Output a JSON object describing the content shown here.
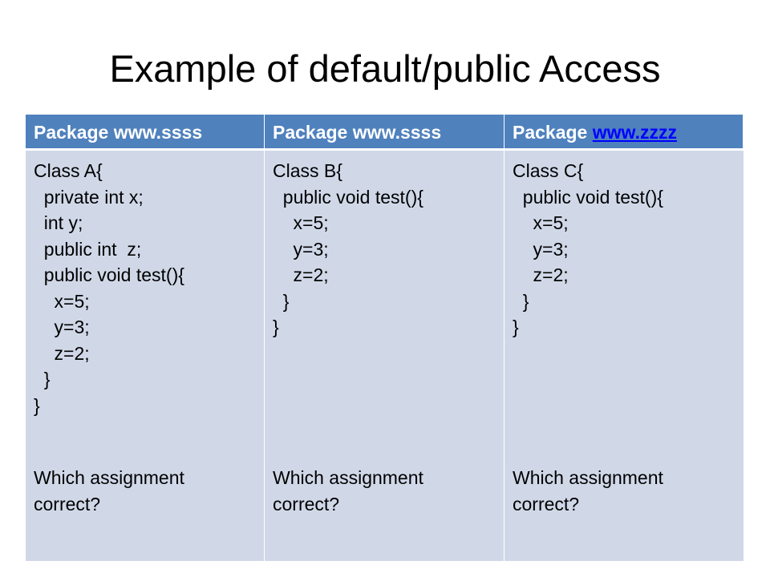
{
  "title": "Example of default/public Access",
  "table": {
    "headers": [
      {
        "prefix": "Package ",
        "name": "www.ssss",
        "link": false
      },
      {
        "prefix": "Package ",
        "name": "www.ssss",
        "link": false
      },
      {
        "prefix": "Package ",
        "name": "www.zzzz",
        "link": true
      }
    ],
    "columns": [
      {
        "code": [
          "Class A{",
          "  private int x;",
          "  int y;",
          "  public int  z;",
          "  public void test(){",
          "    x=5;",
          "    y=3;",
          "    z=2;",
          "  }",
          "}"
        ],
        "question": [
          "Which assignment",
          "correct?"
        ]
      },
      {
        "code": [
          "Class B{",
          "  public void test(){",
          "    x=5;",
          "    y=3;",
          "    z=2;",
          "  }",
          "}"
        ],
        "question": [
          "Which assignment",
          "correct?"
        ]
      },
      {
        "code": [
          "Class C{",
          "  public void test(){",
          "    x=5;",
          "    y=3;",
          "    z=2;",
          "  }",
          "}"
        ],
        "question": [
          "Which assignment",
          "correct?"
        ]
      }
    ]
  }
}
